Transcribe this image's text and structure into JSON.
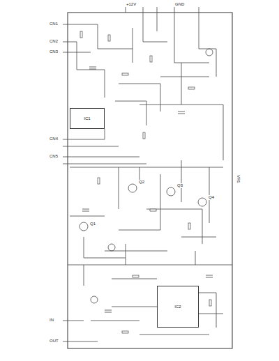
{
  "diagram": {
    "nodes": [
      {
        "text": [
          "IC1"
        ]
      },
      {
        "text": [
          "IC2"
        ]
      }
    ],
    "labels": [
      "CN1",
      "CN2",
      "CN3",
      "CN4",
      "CN5",
      "+12V",
      "GND",
      "IN",
      "OUT",
      "Q1",
      "Q2",
      "Q3",
      "Q4",
      "VR1"
    ]
  }
}
